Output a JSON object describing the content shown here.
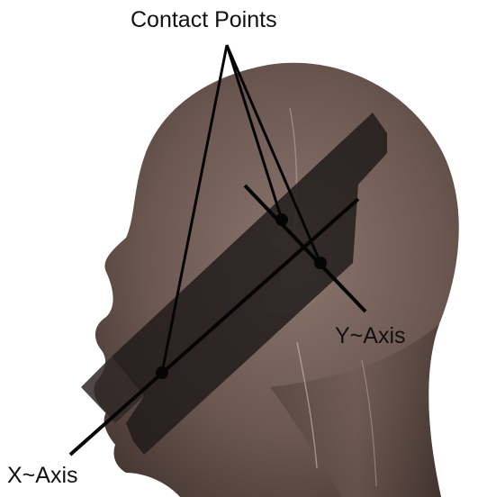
{
  "figure": {
    "labels": {
      "contact_points": "Contact Points",
      "y_axis": "Y~Axis",
      "x_axis": "X~Axis"
    },
    "colors": {
      "background": "#ffffff",
      "skin_base": "#6e5a52",
      "skin_shadow": "#3e2f2b",
      "skin_highlight": "#a28c82",
      "device_plate": "#1f1a19",
      "axis_line": "#050505",
      "contact_point": "#050505"
    },
    "elements": [
      "head-silhouette",
      "device-plate",
      "x-axis-line",
      "y-axis-line",
      "contact-point",
      "leader-line"
    ]
  }
}
